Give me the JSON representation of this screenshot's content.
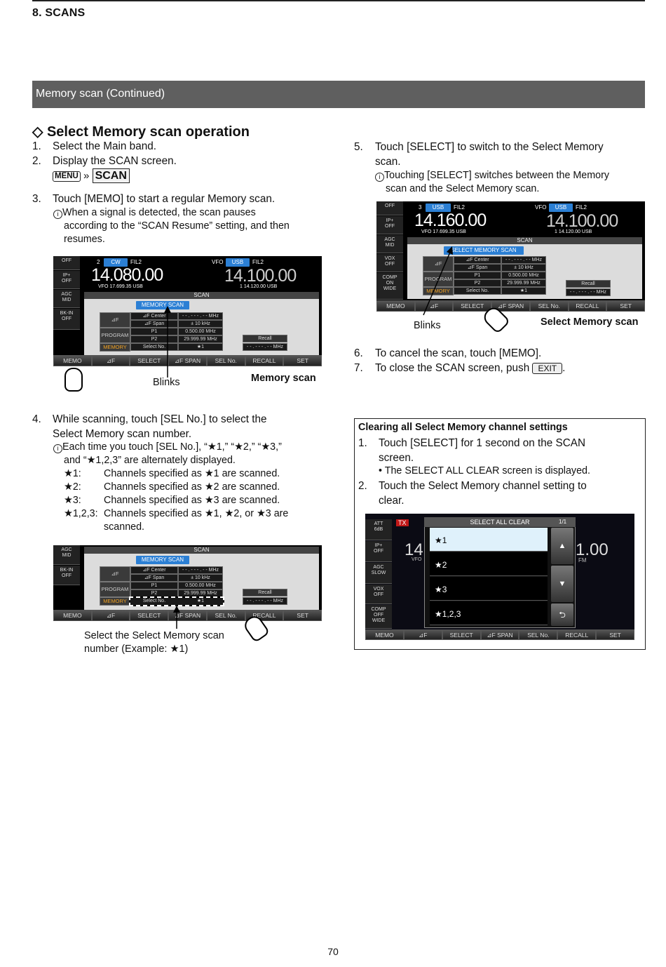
{
  "header": {
    "chapter": "8. SCANS",
    "banner": "Memory scan (Continued)"
  },
  "section": {
    "title": "Select Memory scan operation",
    "diamond_icon": "◇"
  },
  "left": {
    "step1": {
      "n": "1.",
      "text": "Select the Main band."
    },
    "step2": {
      "n": "2.",
      "text": "Display the SCAN screen."
    },
    "menu_key": "MENU",
    "arrow": "»",
    "scan_key": "SCAN",
    "step3": {
      "n": "3.",
      "text": "Touch [MEMO] to start a regular Memory scan.",
      "note1": "When a signal is detected, the scan pauses",
      "note2": "according to the “SCAN Resume” setting, and then",
      "note3": "resumes."
    },
    "step4": {
      "n": "4.",
      "line1": "While scanning, touch [SEL No.] to select the",
      "line2": "Select Memory scan number.",
      "note1": "Each time you touch [SEL No.], “★1,” “★2,” “★3,”",
      "note2": "and “★1,2,3” are alternately displayed.",
      "items": [
        {
          "k": "★1:",
          "v": "Channels specified as ★1 are scanned."
        },
        {
          "k": "★2:",
          "v": "Channels specified as ★2 are scanned."
        },
        {
          "k": "★3:",
          "v": "Channels specified as ★3 are scanned."
        },
        {
          "k": "★1,2,3:",
          "v": "Channels specified as ★1, ★2, or ★3 are"
        }
      ],
      "item_tail": "scanned."
    },
    "fig1": {
      "blinks": "Blinks",
      "label": "Memory scan"
    },
    "fig2": {
      "cap1": "Select the Select Memory scan",
      "cap2": "number (Example: ★1)"
    }
  },
  "right": {
    "step5": {
      "n": "5.",
      "line1": "Touch [SELECT] to switch to the Select Memory",
      "line2": "scan.",
      "note1": "Touching [SELECT] switches between the Memory",
      "note2": "scan and the Select Memory scan."
    },
    "fig3": {
      "blinks": "Blinks",
      "label": "Select Memory scan"
    },
    "step6": {
      "n": "6.",
      "text": "To cancel the scan, touch [MEMO]."
    },
    "step7": {
      "n": "7.",
      "text": "To close the SCAN screen, push",
      "exit_key": "EXIT",
      "tail": "."
    },
    "clear": {
      "title": "Clearing all Select Memory channel settings",
      "s1": {
        "n": "1.",
        "line1": "Touch [SELECT] for 1 second on the SCAN",
        "line2": "screen.",
        "bullet": "• The SELECT ALL CLEAR screen is displayed."
      },
      "s2": {
        "n": "2.",
        "line1": "Touch the Select Memory channel setting to",
        "line2": "clear."
      }
    }
  },
  "screen_common": {
    "buttons": [
      "MEMO",
      "⊿F",
      "SELECT",
      "⊿F SPAN",
      "SEL No.",
      "RECALL",
      "SET"
    ],
    "scan": "SCAN",
    "memory_scan": "MEMORY SCAN",
    "select_memory_scan": "SELECT MEMORY SCAN",
    "df": "⊿F",
    "program": "PROGRAM",
    "memory": "MEMORY",
    "df_center": "⊿F Center",
    "df_span": "⊿F Span",
    "p1": "P1",
    "p2": "P2",
    "select_no": "Select No.",
    "center_val": "- - . - - - . - -  MHz",
    "span_val": "±   10  kHz",
    "p1_val": "0.500.00  MHz",
    "p2_val": "29.999.99  MHz",
    "star1": "★1",
    "recall": "Recall",
    "recall_val": "- - . - - - . - -  MHz"
  },
  "screen1": {
    "left_keys": [
      "OFF",
      "IP+\nOFF",
      "AGC\nMID",
      "BK-IN\nOFF"
    ],
    "band": "2",
    "mode": "CW",
    "fil": "FIL2",
    "main_freq": "14.080.00",
    "vfo_sub": "VFO  17.699.35  USB",
    "vfo": "VFO",
    "sub_mode": "USB",
    "sub_fil": "FIL2",
    "sub_freq": "14.100.00",
    "sub_info": "1  14.120.00  USB"
  },
  "screen2": {
    "left_keys": [
      "AGC\nMID",
      "BK-IN\nOFF"
    ]
  },
  "screen3": {
    "left_keys": [
      "OFF",
      "IP+\nOFF",
      "AGC\nMID",
      "VOX\nOFF",
      "COMP\nON\nWIDE"
    ],
    "band": "3",
    "mode": "USB",
    "fil": "FIL2",
    "main_freq": "14.160.00",
    "vfo_sub": "VFO  17.699.35  USB",
    "vfo": "VFO",
    "sub_mode": "USB",
    "sub_fil": "FIL2",
    "sub_freq": "14.100.00",
    "sub_info": "1  14.120.00  USB"
  },
  "screen4": {
    "title": "SELECT ALL CLEAR",
    "page": "1/1",
    "left_keys": [
      "ATT\n6dB",
      "IP+\nOFF",
      "AGC\nSLOW",
      "VOX\nOFF",
      "COMP\nOFF\nWIDE"
    ],
    "items": [
      "★1",
      "★2",
      "★3",
      "★1,2,3"
    ],
    "tx": "TX",
    "bg_freq": "1.00",
    "bg_left": "14",
    "fm": "FM",
    "vfo": "VFO",
    "up": "▲",
    "down": "▼",
    "back": "⮌"
  },
  "footer": {
    "page": "70"
  }
}
